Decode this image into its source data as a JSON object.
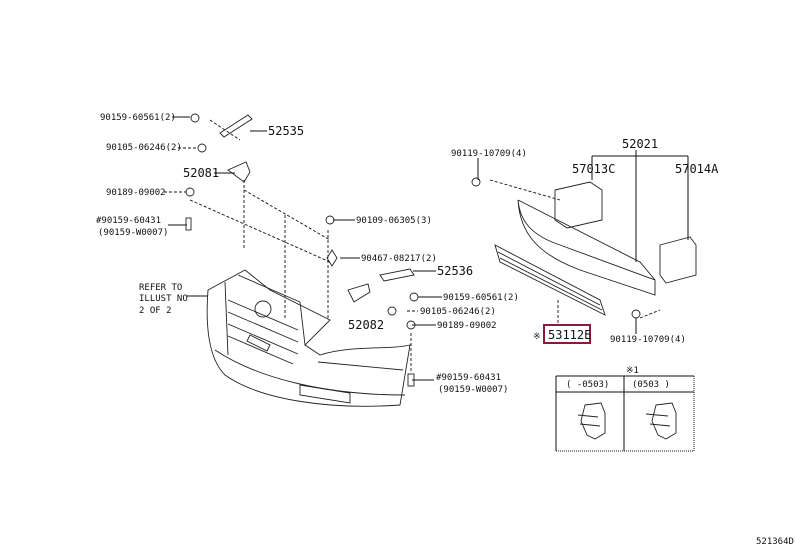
{
  "labels": {
    "upper_left_bolt": "90159-60561(2)",
    "bracket_52535": "52535",
    "upper_left_screw": "90105-06246(2)",
    "bracket_52081": "52081",
    "left_nut": "90189-09002",
    "left_bolt_a": "#90159-60431",
    "left_bolt_b": "(90159-W0007)",
    "top_clip": "90109-06305(3)",
    "mid_clip": "90467-08217(2)",
    "bracket_52536": "52536",
    "right_bolt": "90159-60561(2)",
    "right_screw": "90105-06246(2)",
    "bracket_52082": "52082",
    "right_nut": "90189-09002",
    "right_bolt_a": "#90159-60431",
    "right_bolt_b": "(90159-W0007)",
    "refer_line1": "REFER TO",
    "refer_line2": "ILLUST NO",
    "refer_line3": "2 OF 2",
    "reinforcement_bolt_top": "90119-10709(4)",
    "reinforcement_52021": "52021",
    "support_57013C": "57013C",
    "support_57014A": "57014A",
    "ref_mark": "※",
    "absorber_53112E": "53112E",
    "reinforcement_bolt_bottom": "90119-10709(4)",
    "inset_title": "※1",
    "inset_col1": "(     -0503)",
    "inset_col2": "(0503     )",
    "diagram_id": "521364D"
  },
  "colors": {
    "highlight_box": "#8b1a3a"
  }
}
